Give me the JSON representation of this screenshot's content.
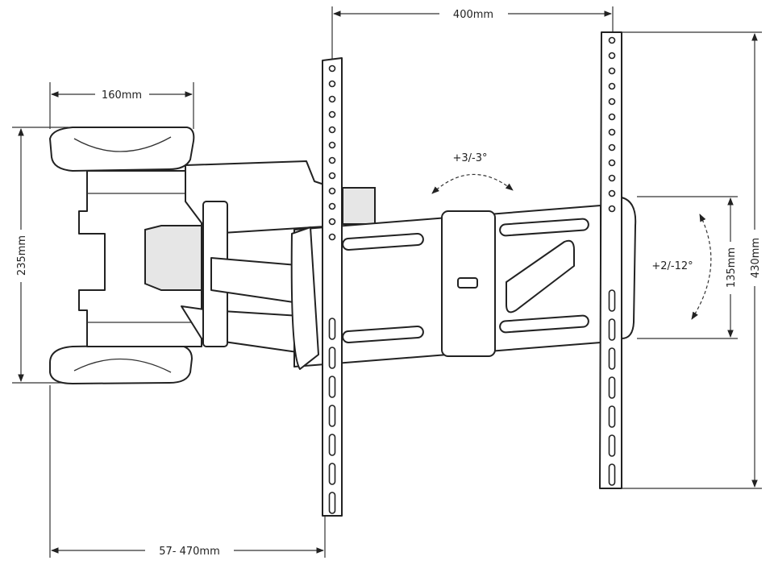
{
  "dimensions": {
    "vesa_width": "400mm",
    "wall_plate_width": "160mm",
    "wall_plate_height": "235mm",
    "swivel": "+3/-3°",
    "tilt": "+2/-12°",
    "arm_bracket_height": "135mm",
    "vesa_height": "430mm",
    "extension": "57- 470mm"
  }
}
